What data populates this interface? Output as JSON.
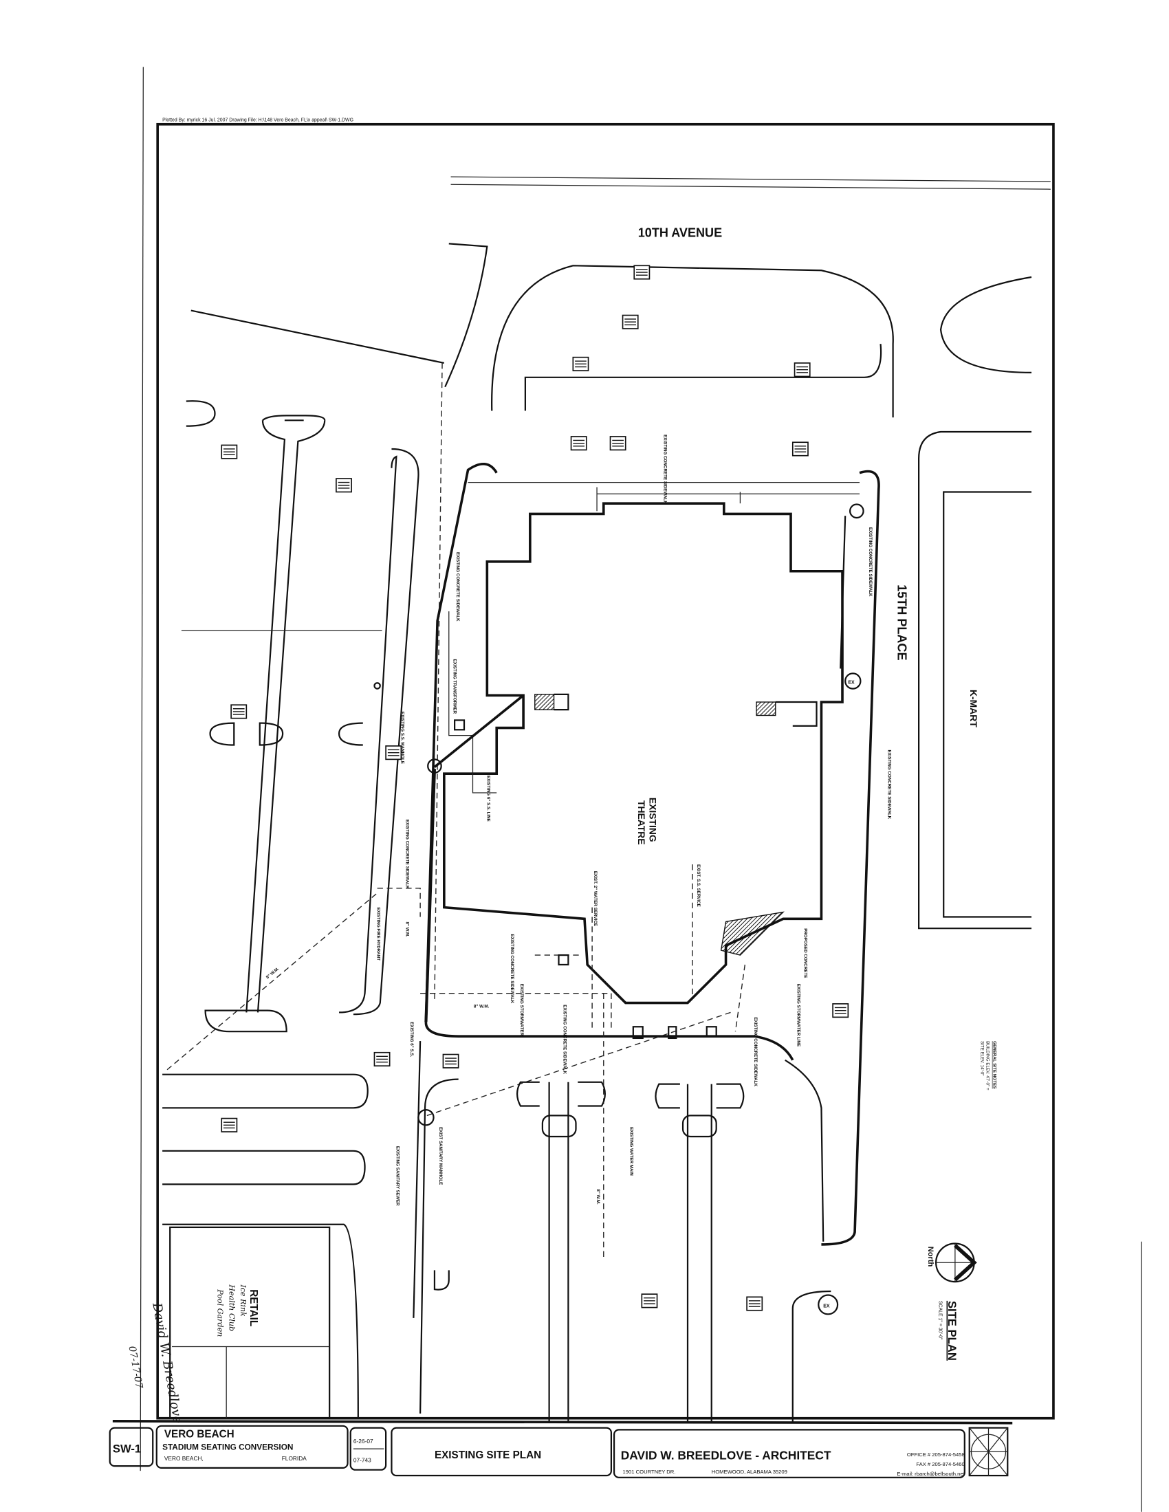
{
  "header": {
    "plot_info": "Plotted By: myrick  16 Jul. 2007   Drawing File: H:\\148 Vero Beach, FL\\x appeal\\ SW-1.DWG"
  },
  "plan": {
    "street_north": "10TH AVENUE",
    "street_east": "15TH PLACE",
    "tenant_east": "K-MART",
    "building_line1": "EXISTING",
    "building_line2": "THEATRE",
    "retail_label": "RETAIL",
    "retail_notes": [
      "Ice  Rink",
      "Health Club",
      "Pool  Garden"
    ],
    "signature_date": "07-17-07",
    "signature": "David W. Breedlove",
    "manhole_tag": "EX",
    "labels": [
      "EXISTING CONCRETE SIDEWALK",
      "EXISTING CONCRETE SIDEWALK",
      "EXISTING CONCRETE SIDEWALK",
      "EXISTING CONCRETE SIDEWALK",
      "EXISTING TRANSFORMER",
      "EXISTING S.S. MANHOLE",
      "EXISTING 6\" S.S. LINE",
      "EXISTING CONCRETE SIDEWALK",
      "EXISTING FIRE HYDRANT",
      "EXIST. 2\" WATER SERVICE",
      "EXIST. S.S. SERVICE",
      "EXISTING CONCRETE SIDEWALK",
      "EXISTING STORMWATER",
      "EXISTING CONCRETE SIDEWALK",
      "EXISTING STORMWATER LINE",
      "EXISTING CONCRETE SIDEWALK",
      "PROPOSED CONCRETE",
      "EXISTING 6\" S.S.",
      "EXIST SANITARY MANHOLE",
      "EXISTING SANITARY SEWER",
      "EXISTING WATER MAIN",
      "8\" W.M.",
      "8\" W.M.",
      "8\" W.M.",
      "8\" W.M."
    ],
    "general_notes": {
      "title": "GENERAL SITE NOTES",
      "lines": [
        "BUILDING ELEV. 47'-0\" =",
        "SITE ELEV. 14'-0\""
      ]
    },
    "north_label": "North",
    "site_plan_title": "SITE PLAN",
    "scale": "SCALE 1\" = 30'-0\""
  },
  "title_block": {
    "sheet": "SW-1",
    "project": "VERO BEACH",
    "project_sub": "STADIUM SEATING CONVERSION",
    "city": "VERO BEACH,",
    "state": "FLORIDA",
    "date": "6-26-07",
    "job_no": "07-743",
    "sheet_title": "EXISTING SITE PLAN",
    "architect": "DAVID W. BREEDLOVE - ARCHITECT",
    "address": "1901 COURTNEY DR.",
    "city_state": "HOMEWOOD, ALABAMA   35209",
    "office": "OFFICE # 205-874-5458",
    "fax": "FAX # 205-874-5460",
    "email": "E-mail: rbarch@bellsouth.net"
  }
}
